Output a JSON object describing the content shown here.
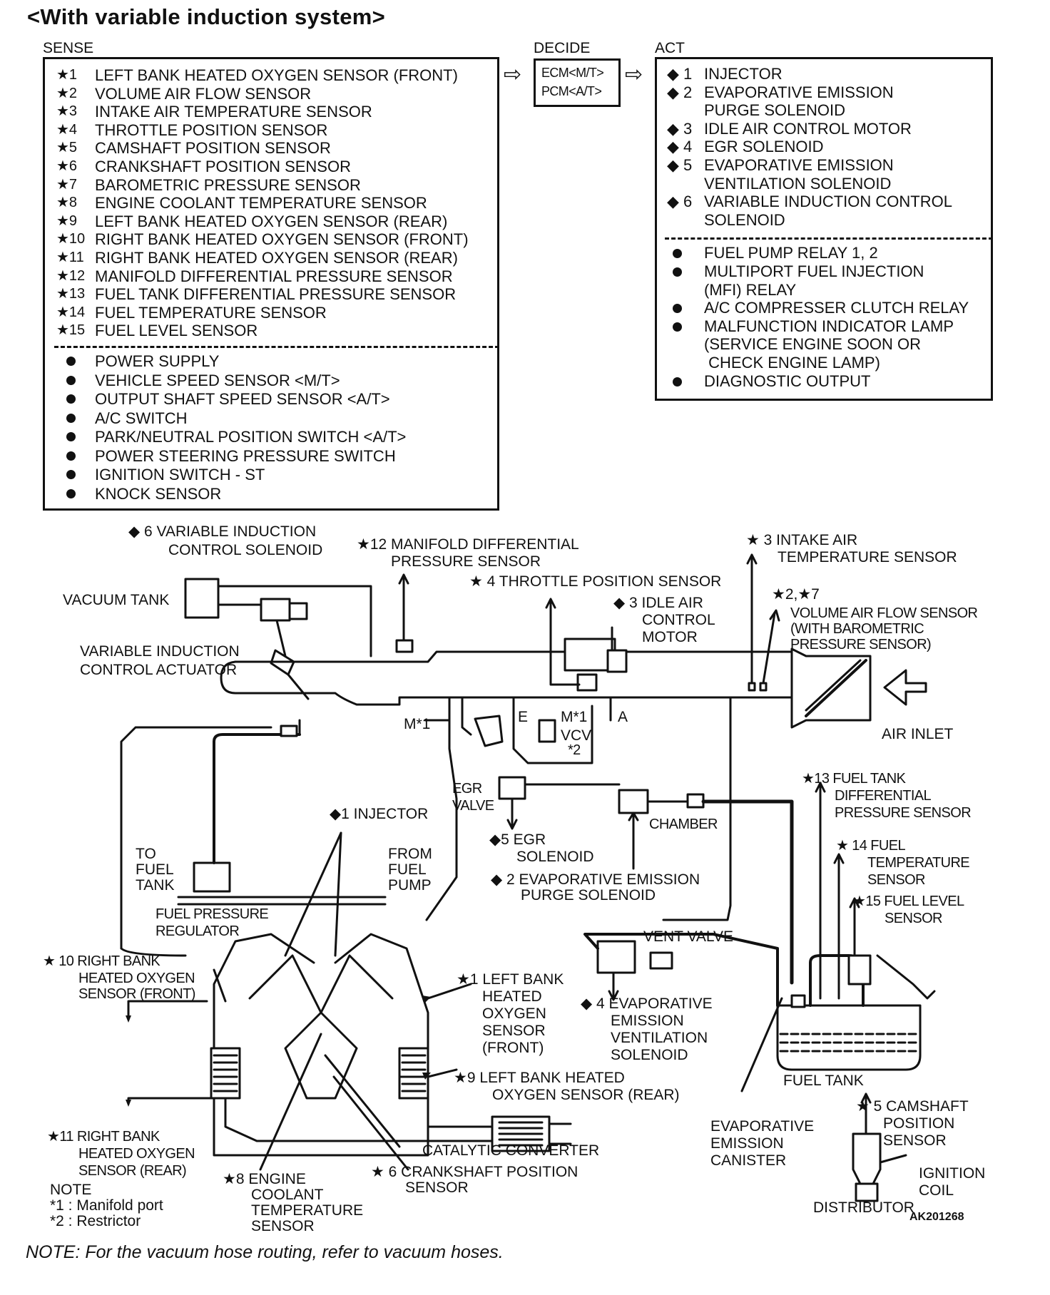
{
  "title": "<With variable induction system>",
  "sense": {
    "header": "SENSE",
    "starred": [
      {
        "mark": "★1",
        "label": "LEFT BANK HEATED OXYGEN SENSOR (FRONT)"
      },
      {
        "mark": "★2",
        "label": "VOLUME AIR FLOW SENSOR"
      },
      {
        "mark": "★3",
        "label": "INTAKE AIR TEMPERATURE SENSOR"
      },
      {
        "mark": "★4",
        "label": "THROTTLE POSITION SENSOR"
      },
      {
        "mark": "★5",
        "label": "CAMSHAFT POSITION SENSOR"
      },
      {
        "mark": "★6",
        "label": "CRANKSHAFT POSITION SENSOR"
      },
      {
        "mark": "★7",
        "label": "BAROMETRIC PRESSURE SENSOR"
      },
      {
        "mark": "★8",
        "label": "ENGINE COOLANT TEMPERATURE SENSOR"
      },
      {
        "mark": "★9",
        "label": "LEFT BANK HEATED OXYGEN SENSOR (REAR)"
      },
      {
        "mark": "★10",
        "label": "RIGHT BANK HEATED OXYGEN SENSOR (FRONT)"
      },
      {
        "mark": "★11",
        "label": "RIGHT BANK HEATED OXYGEN SENSOR (REAR)"
      },
      {
        "mark": "★12",
        "label": "MANIFOLD DIFFERENTIAL PRESSURE SENSOR"
      },
      {
        "mark": "★13",
        "label": "FUEL TANK DIFFERENTIAL PRESSURE SENSOR"
      },
      {
        "mark": "★14",
        "label": "FUEL TEMPERATURE SENSOR"
      },
      {
        "mark": "★15",
        "label": "FUEL LEVEL SENSOR"
      }
    ],
    "bulleted": [
      "POWER SUPPLY",
      "VEHICLE SPEED SENSOR <M/T>",
      "OUTPUT SHAFT SPEED SENSOR <A/T>",
      "A/C SWITCH",
      "PARK/NEUTRAL POSITION SWITCH <A/T>",
      "POWER STEERING PRESSURE SWITCH",
      "IGNITION SWITCH - ST",
      "KNOCK SENSOR"
    ]
  },
  "decide": {
    "header": "DECIDE",
    "lines": [
      "ECM<M/T>",
      "PCM<A/T>"
    ]
  },
  "act": {
    "header": "ACT",
    "diamond": [
      {
        "mark": "◆ 1",
        "lines": [
          "INJECTOR"
        ]
      },
      {
        "mark": "◆ 2",
        "lines": [
          "EVAPORATIVE EMISSION",
          "PURGE SOLENOID"
        ]
      },
      {
        "mark": "◆ 3",
        "lines": [
          "IDLE AIR CONTROL MOTOR"
        ]
      },
      {
        "mark": "◆ 4",
        "lines": [
          "EGR SOLENOID"
        ]
      },
      {
        "mark": "◆ 5",
        "lines": [
          "EVAPORATIVE EMISSION",
          "VENTILATION SOLENOID"
        ]
      },
      {
        "mark": "◆ 6",
        "lines": [
          "VARIABLE INDUCTION CONTROL",
          "SOLENOID"
        ]
      }
    ],
    "bulleted": [
      {
        "lines": [
          "FUEL PUMP RELAY 1, 2"
        ]
      },
      {
        "lines": [
          "MULTIPORT FUEL INJECTION",
          "(MFI) RELAY"
        ]
      },
      {
        "lines": [
          "A/C COMPRESSER CLUTCH RELAY"
        ]
      },
      {
        "lines": [
          "MALFUNCTION INDICATOR LAMP",
          "(SERVICE ENGINE SOON OR",
          " CHECK ENGINE LAMP)"
        ]
      },
      {
        "lines": [
          "DIAGNOSTIC OUTPUT"
        ]
      }
    ]
  },
  "diagram_labels": {
    "vic_solenoid": [
      "◆ 6  VARIABLE INDUCTION",
      "CONTROL SOLENOID"
    ],
    "mdp_sensor": [
      "★12 MANIFOLD DIFFERENTIAL",
      "PRESSURE SENSOR"
    ],
    "iat_sensor": [
      "★ 3 INTAKE AIR",
      "TEMPERATURE SENSOR"
    ],
    "tps": "★ 4 THROTTLE POSITION SENSOR",
    "vacuum_tank": "VACUUM TANK",
    "iac_motor": [
      "◆ 3 IDLE AIR",
      "CONTROL",
      "MOTOR"
    ],
    "vaf_sensor": [
      "★2,★7",
      "VOLUME AIR FLOW SENSOR",
      "(WITH BAROMETRIC",
      "PRESSURE SENSOR)"
    ],
    "vic_actuator": [
      "VARIABLE INDUCTION",
      "CONTROL ACTUATOR"
    ],
    "port_m1_left": "M*1",
    "port_e": "E",
    "port_m1_right": "M*1",
    "port_a": "A",
    "vcv": "VCV",
    "restrictor_mark": "*2",
    "air_inlet": "AIR INLET",
    "egr_valve": [
      "EGR",
      "VALVE"
    ],
    "fuel_tank_dp": [
      "★13 FUEL TANK",
      "DIFFERENTIAL",
      "PRESSURE SENSOR"
    ],
    "injector": "◆1 INJECTOR",
    "chamber": "CHAMBER",
    "egr_solenoid": [
      "◆5 EGR",
      "SOLENOID"
    ],
    "to_fuel_tank": [
      "TO",
      "FUEL",
      "TANK"
    ],
    "from_fuel_pump": [
      "FROM",
      "FUEL",
      "PUMP"
    ],
    "fuel_temp": [
      "★ 14 FUEL",
      "TEMPERATURE",
      "SENSOR"
    ],
    "purge_solenoid": [
      "◆ 2 EVAPORATIVE EMISSION",
      "PURGE SOLENOID"
    ],
    "fuel_level": [
      "★15 FUEL LEVEL",
      "SENSOR"
    ],
    "fuel_pressure_reg": [
      "FUEL PRESSURE",
      "REGULATOR"
    ],
    "vent_valve": "VENT VALVE",
    "rb_o2_front": [
      "★ 10 RIGHT BANK",
      "HEATED OXYGEN",
      "SENSOR (FRONT)"
    ],
    "lb_o2_front": [
      "★1 LEFT BANK",
      "HEATED",
      "OXYGEN",
      "SENSOR",
      "(FRONT)"
    ],
    "evap_vent_solenoid": [
      "◆ 4 EVAPORATIVE",
      "EMISSION",
      "VENTILATION",
      "SOLENOID"
    ],
    "fuel_tank": "FUEL TANK",
    "lb_o2_rear": [
      "★9 LEFT BANK HEATED",
      "OXYGEN SENSOR (REAR)"
    ],
    "cam_sensor": [
      "★ 5 CAMSHAFT",
      "POSITION",
      "SENSOR"
    ],
    "evap_canister": [
      "EVAPORATIVE",
      "EMISSION",
      "CANISTER"
    ],
    "rb_o2_rear": [
      "★11 RIGHT BANK",
      "HEATED OXYGEN",
      "SENSOR (REAR)"
    ],
    "cat_converter": "CATALYTIC CONVERTER",
    "ect_sensor": [
      "★8 ENGINE",
      "COOLANT",
      "TEMPERATURE",
      "SENSOR"
    ],
    "crank_sensor": [
      "★ 6  CRANKSHAFT POSITION",
      "SENSOR"
    ],
    "ignition_coil": [
      "IGNITION",
      "COIL"
    ],
    "distributor": "DISTRIBUTOR"
  },
  "notes": {
    "heading": "NOTE",
    "lines": [
      "*1 : Manifold port",
      "*2 : Restrictor"
    ]
  },
  "ref_code": "AK201268",
  "footnote": "NOTE: For the vacuum hose routing, refer to vacuum hoses."
}
